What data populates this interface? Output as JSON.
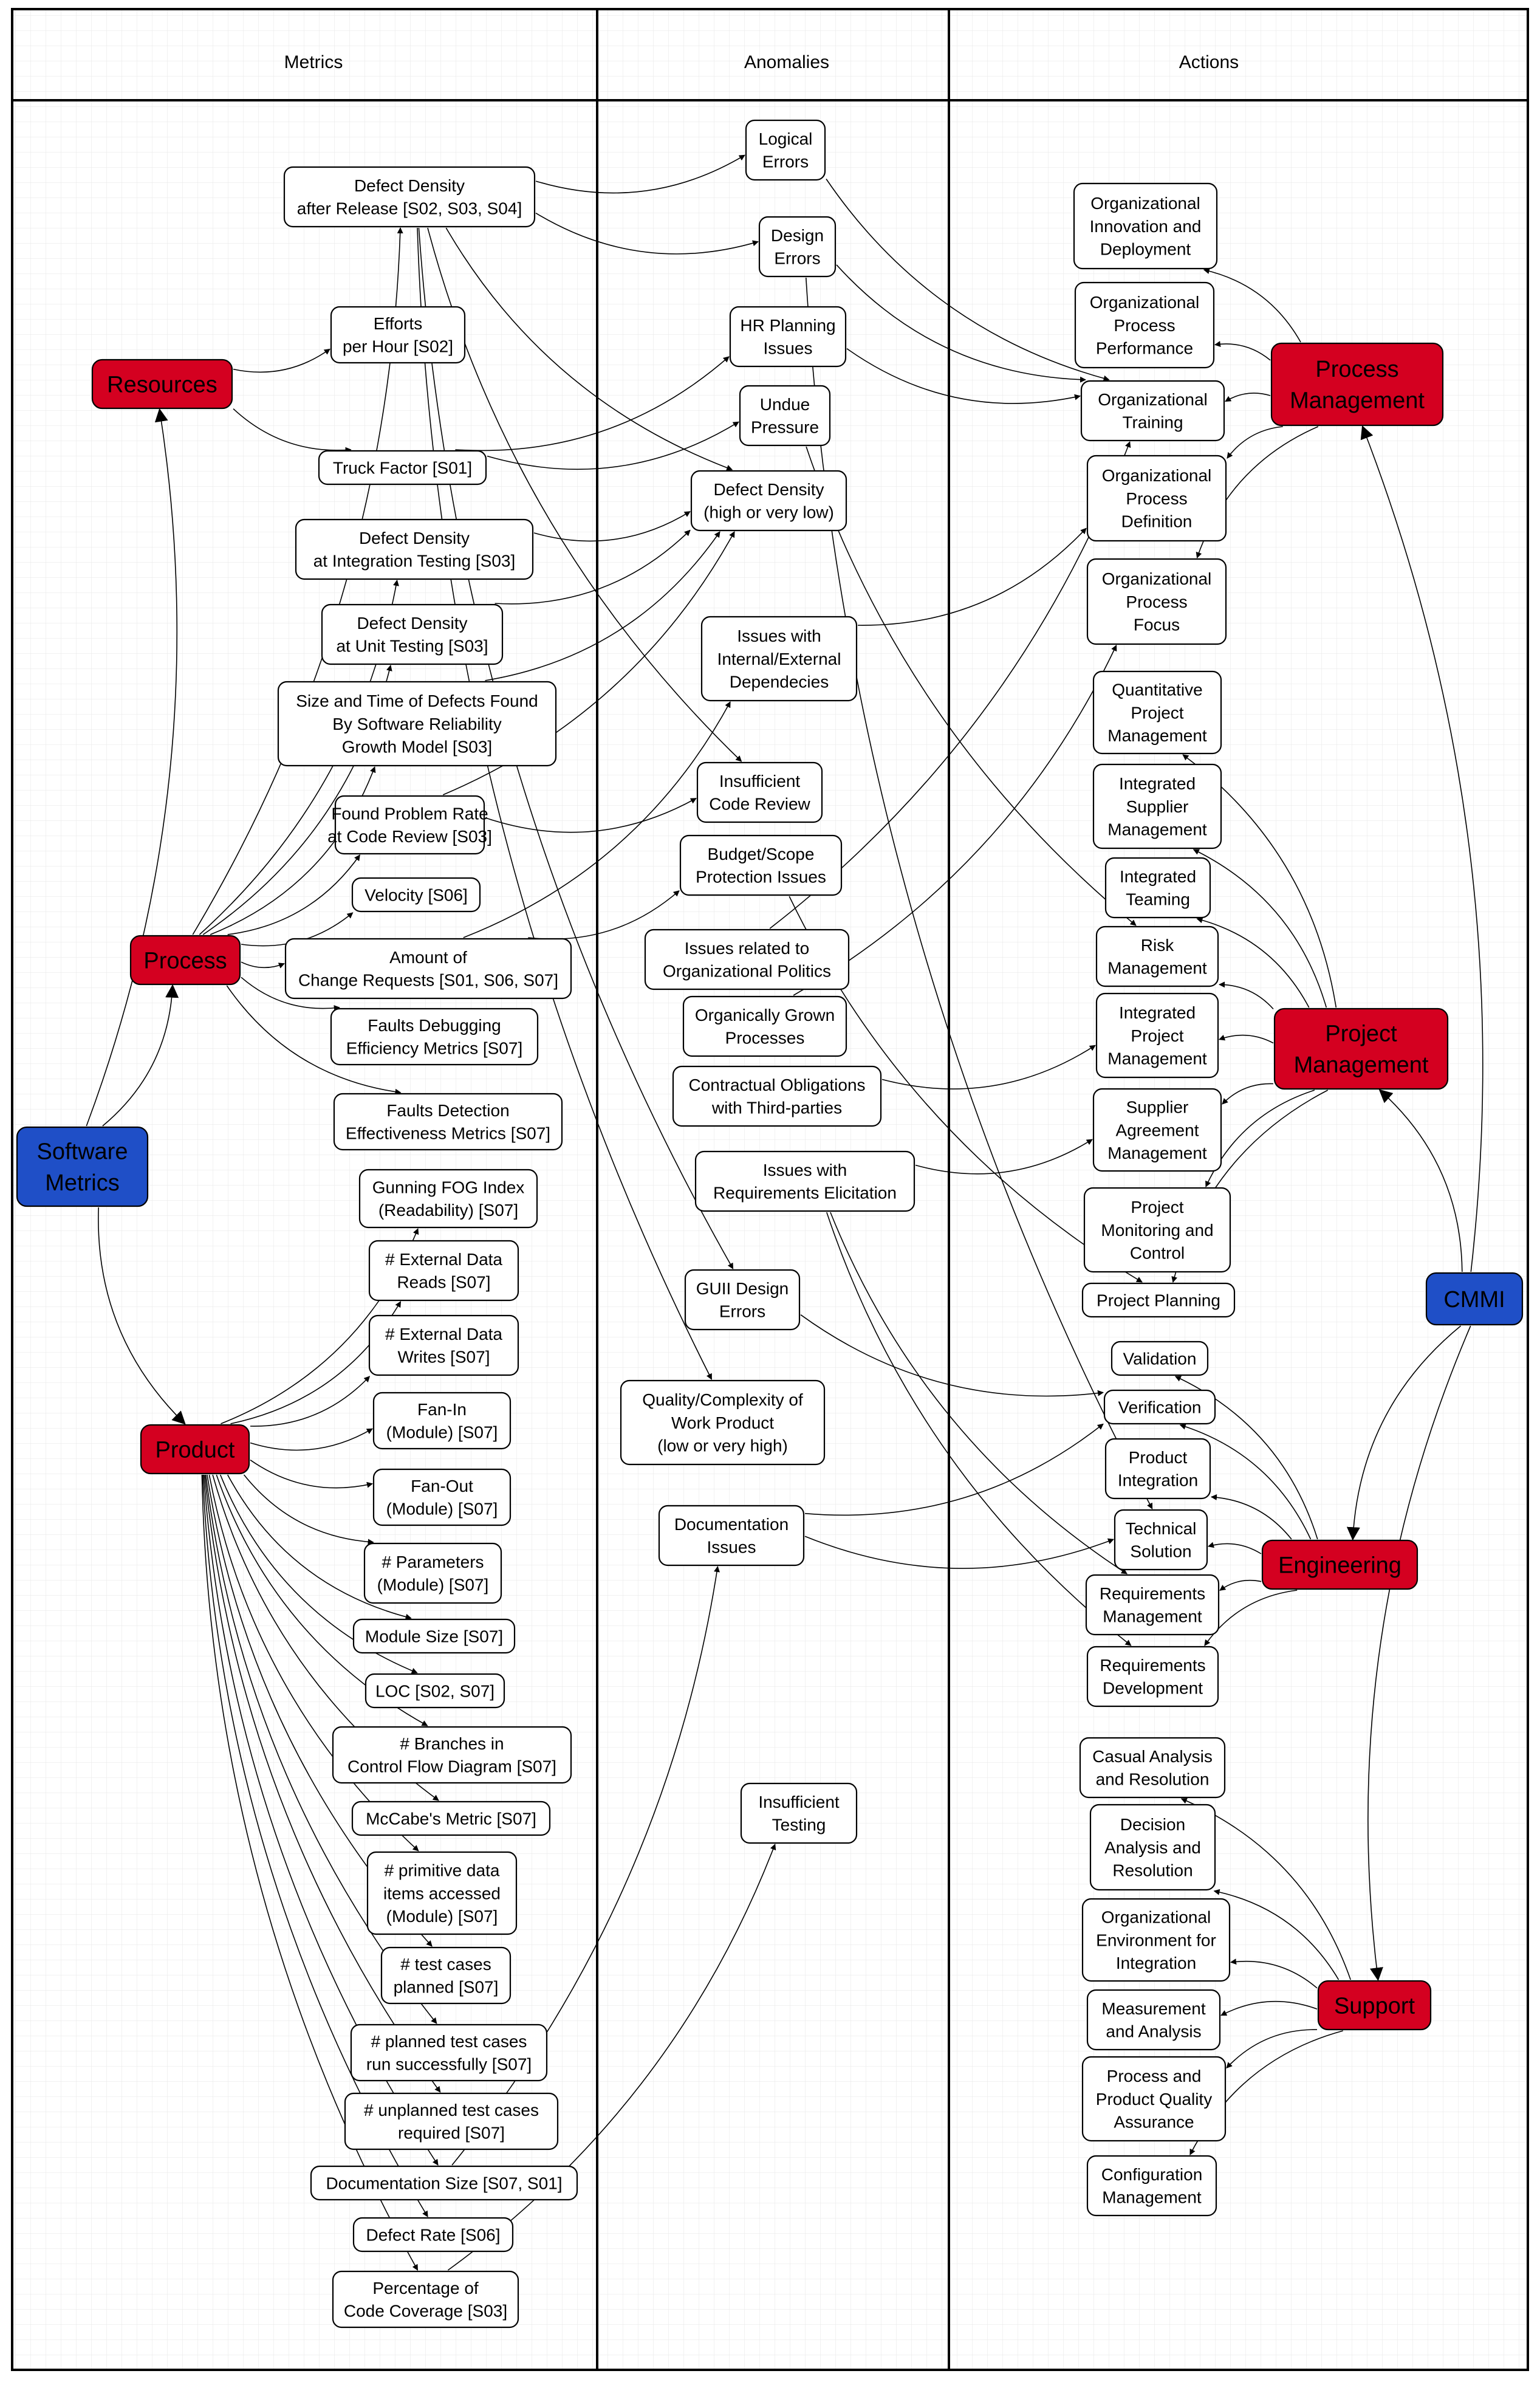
{
  "headers": {
    "metrics": "Metrics",
    "anomalies": "Anomalies",
    "actions": "Actions"
  },
  "colors": {
    "red": "#d40020",
    "blue": "#1f4fc7",
    "white": "#ffffff",
    "grid": "#e2e2e2"
  },
  "nodes": [
    {
      "id": "software-metrics",
      "label": "Software\nMetrics",
      "style": "blue"
    },
    {
      "id": "resources",
      "label": "Resources",
      "style": "red"
    },
    {
      "id": "process",
      "label": "Process",
      "style": "red"
    },
    {
      "id": "product",
      "label": "Product",
      "style": "red"
    },
    {
      "id": "m-defect-density-release",
      "label": "Defect Density\nafter Release [S02, S03, S04]",
      "style": "white"
    },
    {
      "id": "m-efforts-hour",
      "label": "Efforts\nper Hour [S02]",
      "style": "white"
    },
    {
      "id": "m-truck-factor",
      "label": "Truck Factor [S01]",
      "style": "white"
    },
    {
      "id": "m-dd-integration",
      "label": "Defect Density\nat Integration Testing [S03]",
      "style": "white"
    },
    {
      "id": "m-dd-unit",
      "label": "Defect Density\nat Unit Testing [S03]",
      "style": "white"
    },
    {
      "id": "m-size-time-defects",
      "label": "Size and Time of Defects Found\nBy Software Reliability\nGrowth Model [S03]",
      "style": "white"
    },
    {
      "id": "m-found-problem-rate",
      "label": "Found Problem Rate\nat Code Review [S03]",
      "style": "white"
    },
    {
      "id": "m-velocity",
      "label": "Velocity [S06]",
      "style": "white"
    },
    {
      "id": "m-change-requests",
      "label": "Amount of\nChange Requests [S01, S06, S07]",
      "style": "white"
    },
    {
      "id": "m-faults-debugging",
      "label": "Faults Debugging\nEfficiency Metrics [S07]",
      "style": "white"
    },
    {
      "id": "m-faults-detection",
      "label": "Faults Detection\nEffectiveness Metrics [S07]",
      "style": "white"
    },
    {
      "id": "m-gunning-fog",
      "label": "Gunning FOG Index\n(Readability) [S07]",
      "style": "white"
    },
    {
      "id": "m-ext-reads",
      "label": "# External Data\nReads [S07]",
      "style": "white"
    },
    {
      "id": "m-ext-writes",
      "label": "# External Data\nWrites [S07]",
      "style": "white"
    },
    {
      "id": "m-fan-in",
      "label": "Fan-In\n(Module) [S07]",
      "style": "white"
    },
    {
      "id": "m-fan-out",
      "label": "Fan-Out\n(Module) [S07]",
      "style": "white"
    },
    {
      "id": "m-parameters",
      "label": "# Parameters\n(Module) [S07]",
      "style": "white"
    },
    {
      "id": "m-module-size",
      "label": "Module Size [S07]",
      "style": "white"
    },
    {
      "id": "m-loc",
      "label": "LOC [S02, S07]",
      "style": "white"
    },
    {
      "id": "m-branches",
      "label": "# Branches in\nControl Flow Diagram [S07]",
      "style": "white"
    },
    {
      "id": "m-mccabe",
      "label": "McCabe's Metric [S07]",
      "style": "white"
    },
    {
      "id": "m-primitive-data",
      "label": "# primitive data\nitems accessed\n(Module) [S07]",
      "style": "white"
    },
    {
      "id": "m-test-planned",
      "label": "# test cases\nplanned [S07]",
      "style": "white"
    },
    {
      "id": "m-planned-successful",
      "label": "# planned test cases\nrun successfully [S07]",
      "style": "white"
    },
    {
      "id": "m-unplanned",
      "label": "# unplanned test cases\nrequired [S07]",
      "style": "white"
    },
    {
      "id": "m-doc-size",
      "label": "Documentation Size [S07, S01]",
      "style": "white"
    },
    {
      "id": "m-defect-rate",
      "label": "Defect Rate [S06]",
      "style": "white"
    },
    {
      "id": "m-code-coverage",
      "label": "Percentage of\nCode Coverage [S03]",
      "style": "white"
    },
    {
      "id": "a-logical-errors",
      "label": "Logical\nErrors",
      "style": "white"
    },
    {
      "id": "a-design-errors",
      "label": "Design\nErrors",
      "style": "white"
    },
    {
      "id": "a-hr-planning",
      "label": "HR Planning\nIssues",
      "style": "white"
    },
    {
      "id": "a-undue-pressure",
      "label": "Undue\nPressure",
      "style": "white"
    },
    {
      "id": "a-defect-density",
      "label": "Defect  Density\n(high or very low)",
      "style": "white"
    },
    {
      "id": "a-internal-external",
      "label": "Issues with\nInternal/External\nDependecies",
      "style": "white"
    },
    {
      "id": "a-insufficient-review",
      "label": "Insufficient\nCode Review",
      "style": "white"
    },
    {
      "id": "a-budget-scope",
      "label": "Budget/Scope\nProtection Issues",
      "style": "white"
    },
    {
      "id": "a-org-politics",
      "label": "Issues related to\nOrganizational Politics",
      "style": "white"
    },
    {
      "id": "a-organically-grown",
      "label": "Organically Grown\nProcesses",
      "style": "white"
    },
    {
      "id": "a-contractual",
      "label": "Contractual Obligations\nwith Third-parties",
      "style": "white"
    },
    {
      "id": "a-requirements-elicitation",
      "label": "Issues with\nRequirements Elicitation",
      "style": "white"
    },
    {
      "id": "a-gui-design",
      "label": "GUII Design\nErrors",
      "style": "white"
    },
    {
      "id": "a-quality-complexity",
      "label": "Quality/Complexity of\nWork Product\n(low or very high)",
      "style": "white"
    },
    {
      "id": "a-documentation",
      "label": "Documentation\nIssues",
      "style": "white"
    },
    {
      "id": "a-insufficient-testing",
      "label": "Insufficient\nTesting",
      "style": "white"
    },
    {
      "id": "process-management",
      "label": "Process\nManagement",
      "style": "red"
    },
    {
      "id": "project-management",
      "label": "Project\nManagement",
      "style": "red"
    },
    {
      "id": "engineering",
      "label": "Engineering",
      "style": "red"
    },
    {
      "id": "support",
      "label": "Support",
      "style": "red"
    },
    {
      "id": "cmmi",
      "label": "CMMI",
      "style": "blue"
    },
    {
      "id": "p-org-innovation",
      "label": "Organizational\nInnovation and\nDeployment",
      "style": "white"
    },
    {
      "id": "p-org-process-performance",
      "label": "Organizational\nProcess\nPerformance",
      "style": "white"
    },
    {
      "id": "p-org-training",
      "label": "Organizational\nTraining",
      "style": "white"
    },
    {
      "id": "p-org-process-definition",
      "label": "Organizational\nProcess\nDefinition",
      "style": "white"
    },
    {
      "id": "p-org-process-focus",
      "label": "Organizational\nProcess\nFocus",
      "style": "white"
    },
    {
      "id": "p-quantitative-pm",
      "label": "Quantitative\nProject\nManagement",
      "style": "white"
    },
    {
      "id": "p-integrated-supplier",
      "label": "Integrated\nSupplier\nManagement",
      "style": "white"
    },
    {
      "id": "p-integrated-teaming",
      "label": "Integrated\nTeaming",
      "style": "white"
    },
    {
      "id": "p-risk-management",
      "label": "Risk\nManagement",
      "style": "white"
    },
    {
      "id": "p-integrated-pm",
      "label": "Integrated\nProject\nManagement",
      "style": "white"
    },
    {
      "id": "p-supplier-agreement",
      "label": "Supplier\nAgreement\nManagement",
      "style": "white"
    },
    {
      "id": "p-project-monitoring",
      "label": "Project\nMonitoring and\nControl",
      "style": "white"
    },
    {
      "id": "p-project-planning",
      "label": "Project Planning",
      "style": "white"
    },
    {
      "id": "p-validation",
      "label": "Validation",
      "style": "white"
    },
    {
      "id": "p-verification",
      "label": "Verification",
      "style": "white"
    },
    {
      "id": "p-product-integration",
      "label": "Product\nIntegration",
      "style": "white"
    },
    {
      "id": "p-technical-solution",
      "label": "Technical\nSolution",
      "style": "white"
    },
    {
      "id": "p-requirements-management",
      "label": "Requirements\nManagement",
      "style": "white"
    },
    {
      "id": "p-requirements-development",
      "label": "Requirements\nDevelopment",
      "style": "white"
    },
    {
      "id": "p-causal-analysis",
      "label": "Casual Analysis\nand Resolution",
      "style": "white"
    },
    {
      "id": "p-decision-analysis",
      "label": "Decision\nAnalysis and\nResolution",
      "style": "white"
    },
    {
      "id": "p-org-environment",
      "label": "Organizational\nEnvironment for\nIntegration",
      "style": "white"
    },
    {
      "id": "p-measurement-analysis",
      "label": "Measurement\nand Analysis",
      "style": "white"
    },
    {
      "id": "p-ppqa",
      "label": "Process and\nProduct Quality\nAssurance",
      "style": "white"
    },
    {
      "id": "p-configuration-management",
      "label": "Configuration\nManagement",
      "style": "white"
    }
  ],
  "edges": [
    [
      "software-metrics",
      "resources"
    ],
    [
      "software-metrics",
      "process"
    ],
    [
      "software-metrics",
      "product"
    ],
    [
      "resources",
      "m-efforts-hour"
    ],
    [
      "resources",
      "m-truck-factor"
    ],
    [
      "process",
      "m-defect-density-release"
    ],
    [
      "process",
      "m-dd-integration"
    ],
    [
      "process",
      "m-dd-unit"
    ],
    [
      "process",
      "m-size-time-defects"
    ],
    [
      "process",
      "m-found-problem-rate"
    ],
    [
      "process",
      "m-velocity"
    ],
    [
      "process",
      "m-change-requests"
    ],
    [
      "process",
      "m-faults-debugging"
    ],
    [
      "process",
      "m-faults-detection"
    ],
    [
      "product",
      "m-gunning-fog"
    ],
    [
      "product",
      "m-ext-reads"
    ],
    [
      "product",
      "m-ext-writes"
    ],
    [
      "product",
      "m-fan-in"
    ],
    [
      "product",
      "m-fan-out"
    ],
    [
      "product",
      "m-parameters"
    ],
    [
      "product",
      "m-module-size"
    ],
    [
      "product",
      "m-loc"
    ],
    [
      "product",
      "m-branches"
    ],
    [
      "product",
      "m-mccabe"
    ],
    [
      "product",
      "m-primitive-data"
    ],
    [
      "product",
      "m-test-planned"
    ],
    [
      "product",
      "m-planned-successful"
    ],
    [
      "product",
      "m-unplanned"
    ],
    [
      "product",
      "m-doc-size"
    ],
    [
      "product",
      "m-defect-rate"
    ],
    [
      "product",
      "m-code-coverage"
    ],
    [
      "m-defect-density-release",
      "a-logical-errors"
    ],
    [
      "m-defect-density-release",
      "a-design-errors"
    ],
    [
      "m-defect-density-release",
      "a-defect-density"
    ],
    [
      "m-defect-density-release",
      "a-insufficient-review"
    ],
    [
      "m-defect-density-release",
      "a-gui-design"
    ],
    [
      "m-defect-density-release",
      "a-quality-complexity"
    ],
    [
      "m-truck-factor",
      "a-hr-planning"
    ],
    [
      "m-truck-factor",
      "a-undue-pressure"
    ],
    [
      "m-dd-integration",
      "a-defect-density"
    ],
    [
      "m-dd-unit",
      "a-defect-density"
    ],
    [
      "m-size-time-defects",
      "a-defect-density"
    ],
    [
      "m-found-problem-rate",
      "a-defect-density"
    ],
    [
      "m-found-problem-rate",
      "a-insufficient-review"
    ],
    [
      "m-change-requests",
      "a-internal-external"
    ],
    [
      "m-change-requests",
      "a-budget-scope"
    ],
    [
      "m-doc-size",
      "a-documentation"
    ],
    [
      "m-code-coverage",
      "a-insufficient-testing"
    ],
    [
      "a-logical-errors",
      "p-org-training"
    ],
    [
      "a-design-errors",
      "p-org-training"
    ],
    [
      "a-design-errors",
      "p-technical-solution"
    ],
    [
      "a-hr-planning",
      "p-org-training"
    ],
    [
      "a-undue-pressure",
      "p-risk-management"
    ],
    [
      "a-internal-external",
      "p-org-process-definition"
    ],
    [
      "a-budget-scope",
      "p-project-planning"
    ],
    [
      "a-org-politics",
      "p-org-training"
    ],
    [
      "a-organically-grown",
      "p-org-process-focus"
    ],
    [
      "a-contractual",
      "p-integrated-pm"
    ],
    [
      "a-requirements-elicitation",
      "p-supplier-agreement"
    ],
    [
      "a-requirements-elicitation",
      "p-requirements-management"
    ],
    [
      "a-requirements-elicitation",
      "p-requirements-development"
    ],
    [
      "a-gui-design",
      "p-verification"
    ],
    [
      "a-documentation",
      "p-verification"
    ],
    [
      "a-documentation",
      "p-technical-solution"
    ],
    [
      "process-management",
      "p-org-innovation"
    ],
    [
      "process-management",
      "p-org-process-performance"
    ],
    [
      "process-management",
      "p-org-training"
    ],
    [
      "process-management",
      "p-org-process-definition"
    ],
    [
      "process-management",
      "p-org-process-focus"
    ],
    [
      "project-management",
      "p-quantitative-pm"
    ],
    [
      "project-management",
      "p-integrated-supplier"
    ],
    [
      "project-management",
      "p-integrated-teaming"
    ],
    [
      "project-management",
      "p-risk-management"
    ],
    [
      "project-management",
      "p-integrated-pm"
    ],
    [
      "project-management",
      "p-supplier-agreement"
    ],
    [
      "project-management",
      "p-project-monitoring"
    ],
    [
      "project-management",
      "p-project-planning"
    ],
    [
      "engineering",
      "p-validation"
    ],
    [
      "engineering",
      "p-verification"
    ],
    [
      "engineering",
      "p-product-integration"
    ],
    [
      "engineering",
      "p-technical-solution"
    ],
    [
      "engineering",
      "p-requirements-management"
    ],
    [
      "engineering",
      "p-requirements-development"
    ],
    [
      "support",
      "p-causal-analysis"
    ],
    [
      "support",
      "p-decision-analysis"
    ],
    [
      "support",
      "p-org-environment"
    ],
    [
      "support",
      "p-measurement-analysis"
    ],
    [
      "support",
      "p-ppqa"
    ],
    [
      "support",
      "p-configuration-management"
    ],
    [
      "cmmi",
      "process-management"
    ],
    [
      "cmmi",
      "project-management"
    ],
    [
      "cmmi",
      "engineering"
    ],
    [
      "cmmi",
      "support"
    ]
  ]
}
